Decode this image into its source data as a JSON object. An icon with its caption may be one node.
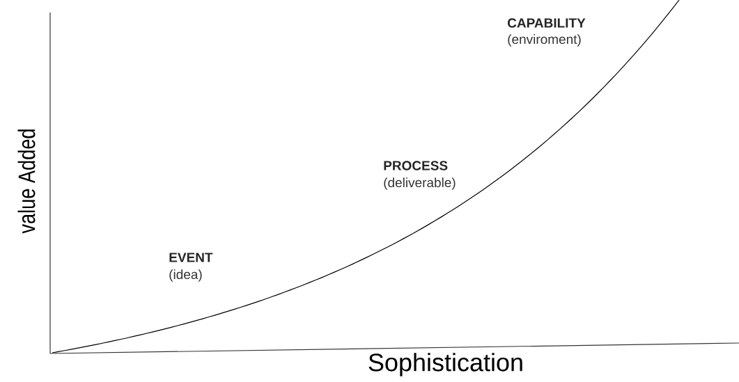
{
  "diagram": {
    "labels": [
      "CAPABILITY",
      "(enviroment)",
      "value Added",
      "PROCESS",
      "(deliverable)",
      "EVENT",
      "(idea)",
      "Sophistication"
    ]
  }
}
